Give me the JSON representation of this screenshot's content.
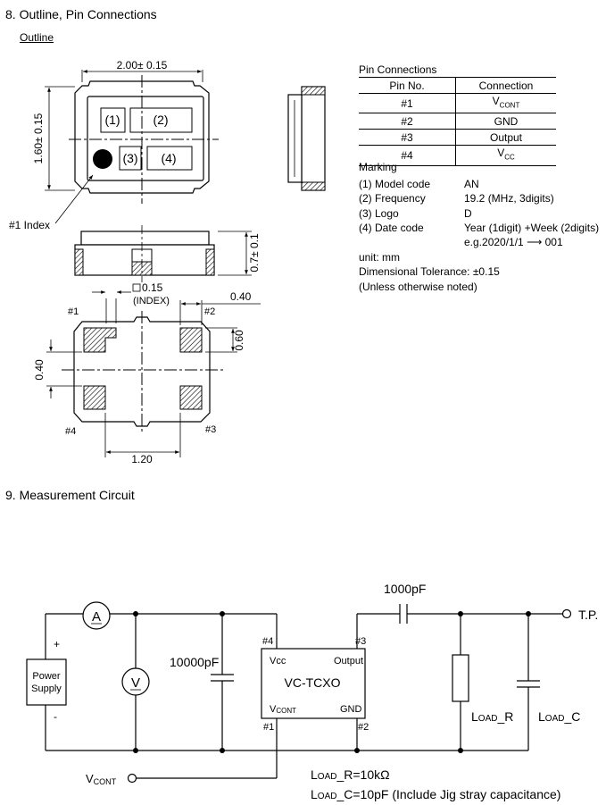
{
  "section8": {
    "title": "8. Outline, Pin Connections",
    "outline_label": "Outline"
  },
  "outline": {
    "dim_width": "2.00± 0.15",
    "dim_height": "1.60± 0.15",
    "pad_labels": [
      "(1)",
      "(2)",
      "(3)",
      "(4)"
    ],
    "index_label": "#1 Index",
    "dim_thickness": "0.7± 0.1",
    "flatness": "0.15",
    "index_note": "(INDEX)",
    "dim_040_top": "0.40",
    "dim_060": "0.60",
    "dim_040_left": "0.40",
    "dim_120": "1.20",
    "pins": [
      "#1",
      "#2",
      "#3",
      "#4"
    ]
  },
  "pin_connections": {
    "title": "Pin Connections",
    "headers": [
      "Pin No.",
      "Connection"
    ],
    "rows": [
      {
        "pin": "#1",
        "conn_main": "V",
        "conn_sub": "CONT"
      },
      {
        "pin": "#2",
        "conn_main": "GND",
        "conn_sub": ""
      },
      {
        "pin": "#3",
        "conn_main": "Output",
        "conn_sub": ""
      },
      {
        "pin": "#4",
        "conn_main": "V",
        "conn_sub": "CC"
      }
    ]
  },
  "marking": {
    "title": "Marking",
    "items": [
      {
        "label": "(1) Model code",
        "value": "AN"
      },
      {
        "label": "(2) Frequency",
        "value": "19.2 (MHz, 3digits)"
      },
      {
        "label": "(3) Logo",
        "value": "D"
      },
      {
        "label": "(4) Date code",
        "value": "Year (1digit) +Week (2digits)"
      }
    ],
    "example": "e.g.2020/1/1",
    "example_arrow": "⟶",
    "example_result": "001",
    "unit": "unit: mm",
    "tolerance": "Dimensional Tolerance: ±0.15",
    "tolerance_note": "(Unless otherwise noted)"
  },
  "section9": {
    "title": "9. Measurement Circuit"
  },
  "circuit": {
    "cap_1000": "1000pF",
    "tp": "T.P.",
    "ammeter": "A",
    "voltmeter": "V",
    "plus": "+",
    "minus": "-",
    "power_supply_line1": "Power",
    "power_supply_line2": "Supply",
    "cap_10000": "10000pF",
    "pin4": "#4",
    "pin3": "#3",
    "pin1": "#1",
    "pin2": "#2",
    "ic_vcc": "Vcc",
    "ic_output": "Output",
    "ic_name": "VC-TCXO",
    "ic_vcont_main": "V",
    "ic_vcont_sub": "CONT",
    "ic_gnd": "GND",
    "load_r_main": "L",
    "load_r_sub": "OAD",
    "load_r_tail": "_R",
    "load_c_main": "L",
    "load_c_sub": "OAD",
    "load_c_tail": "_C",
    "vcont_main": "V",
    "vcont_sub": "CONT",
    "note1_main": "L",
    "note1_sub": "OAD",
    "note1_tail": "_R=10kΩ",
    "note2_main": "L",
    "note2_sub": "OAD",
    "note2_tail": "_C=10pF (Include Jig stray capacitance)"
  }
}
